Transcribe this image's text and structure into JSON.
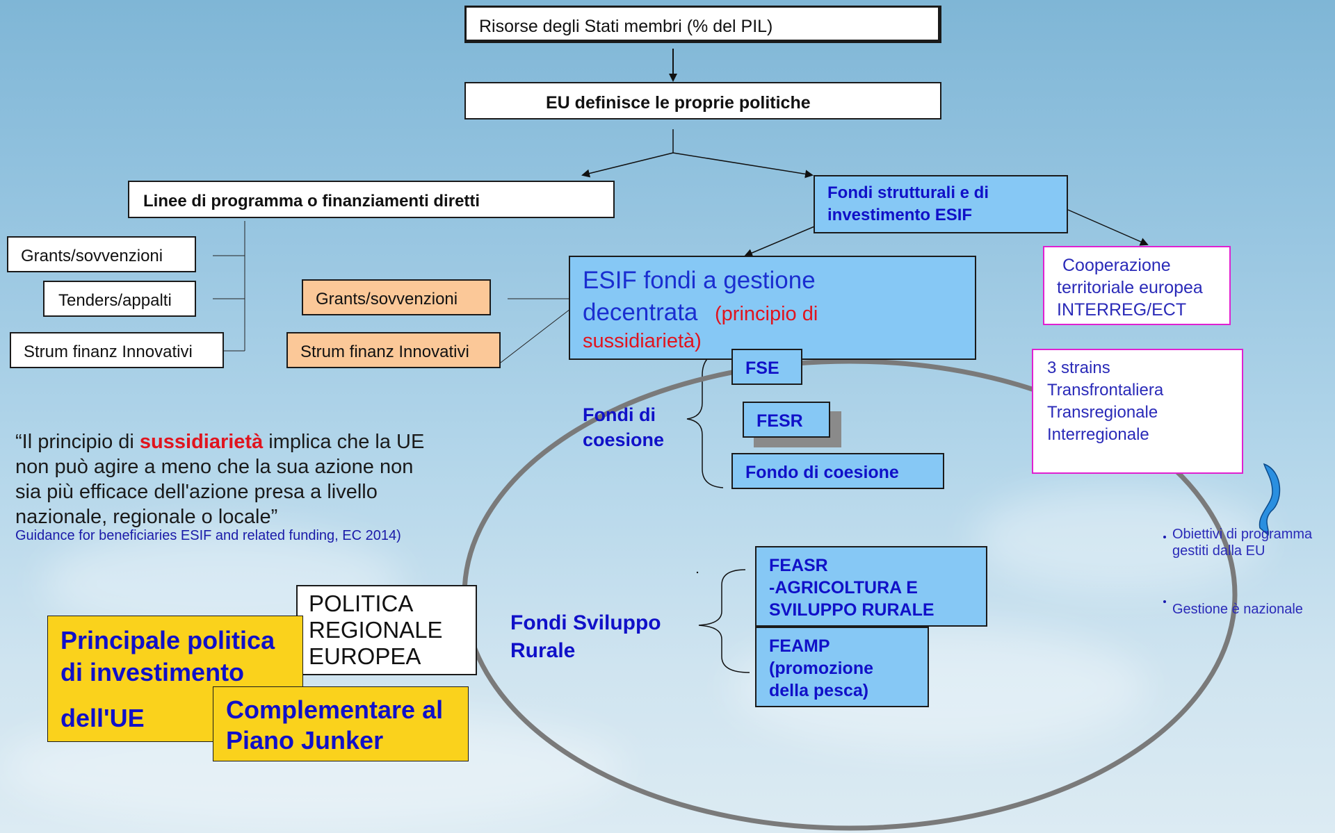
{
  "top": {
    "resources": "Risorse degli Stati membri (% del PIL)",
    "eu_policies": "EU definisce le proprie politiche"
  },
  "direct": {
    "title": "Linee di programma o finanziamenti diretti",
    "items": [
      "Grants/sovvenzioni",
      "Tenders/appalti",
      "Strum finanz Innovativi"
    ]
  },
  "esif_head": {
    "line1": "Fondi strutturali e di",
    "line2": "investimento ESIF"
  },
  "esif_instr": [
    "Grants/sovvenzioni",
    "Strum finanz Innovativi"
  ],
  "esif_decentr": {
    "line1": "ESIF fondi a gestione",
    "line2": "decentrata",
    "red1": "(principio di",
    "red2": "sussidiarietà)"
  },
  "coop": {
    "lines": [
      "Cooperazione",
      "territoriale europea",
      "INTERREG/ECT"
    ]
  },
  "strains": {
    "lines": [
      "3 strains",
      "Transfrontaliera",
      "Transregionale",
      "Interregionale"
    ]
  },
  "cohesion": {
    "label1": "Fondi di",
    "label2": "coesione",
    "fse": "FSE",
    "fesr": "FESR",
    "fondo": "Fondo di coesione"
  },
  "rural": {
    "label1": "Fondi Sviluppo",
    "label2": "Rurale",
    "feasr": [
      "FEASR",
      "-AGRICOLTURA E",
      "SVILUPPO RURALE"
    ],
    "feamp": [
      "FEAMP",
      "(promozione",
      "della pesca)"
    ]
  },
  "quote": {
    "pre": "“Il principio di ",
    "highlight": "sussidiarietà",
    "line1_post": " implica che la UE",
    "line2": "non può agire a meno che la sua azione non",
    "line3": "sia più efficace dell'azione presa a livello",
    "line4": "nazionale, regionale o locale”",
    "source": "Guidance for beneficiaries ESIF and related funding, EC 2014)"
  },
  "side_notes": {
    "note1_line1": "Obiettivi di programma",
    "note1_line2": "gestiti dalla EU",
    "note2": "Gestione è nazionale"
  },
  "bottom": {
    "politica": [
      "POLITICA",
      "REGIONALE",
      "EUROPEA"
    ],
    "principale": [
      "Principale politica",
      "di investimento",
      "dell'UE"
    ],
    "complementare": [
      "Complementare al",
      "Piano Junker"
    ]
  },
  "colors": {
    "blue_box": "#86c8f5",
    "orange_box": "#fbc898",
    "yellow_box": "#fad21c",
    "magenta_border": "#e020d0",
    "navy_text": "#1010c8",
    "red_text": "#e0141e"
  }
}
